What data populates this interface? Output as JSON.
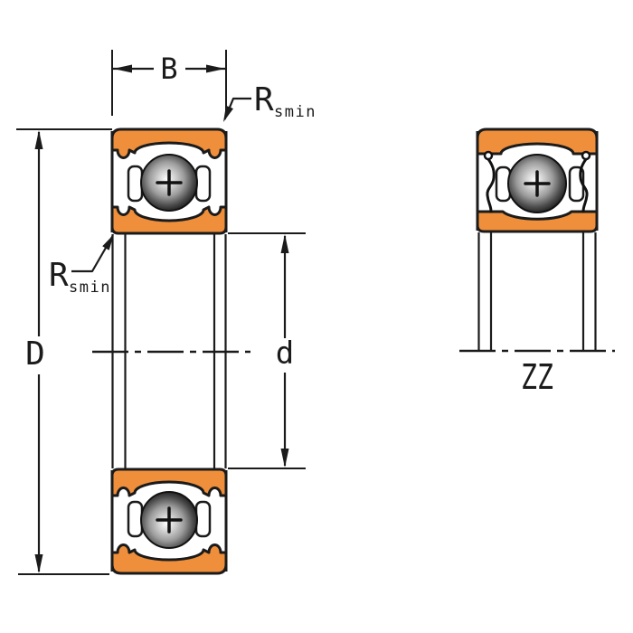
{
  "diagram": {
    "kind": "deep-groove-ball-bearing-cross-section",
    "labels": {
      "width": "B",
      "outer_diameter": "D",
      "bore_diameter": "d",
      "radius_top": {
        "symbol": "R",
        "subscript": "smin"
      },
      "radius_bottom": {
        "symbol": "R",
        "subscript": "smin"
      },
      "shield_variant": "ZZ"
    }
  },
  "colors": {
    "ring_orange": "#EF8F3B",
    "line_black": "#1B1B1B",
    "background": "#FFFFFF"
  }
}
